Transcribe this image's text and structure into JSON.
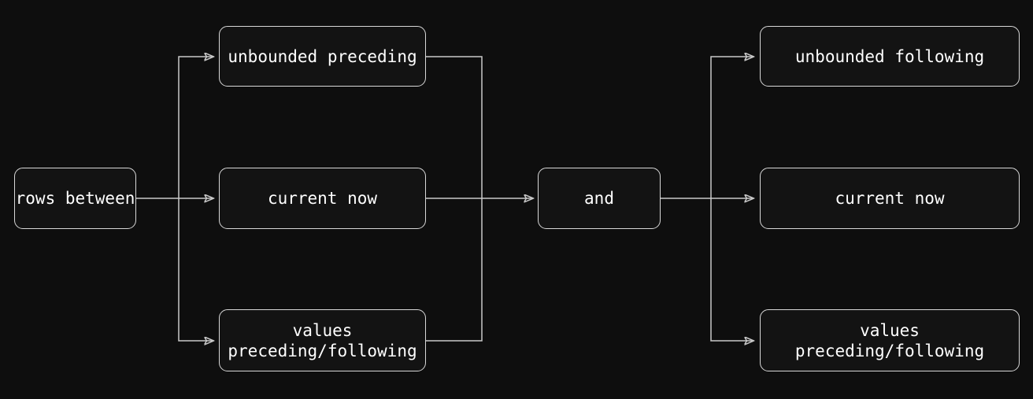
{
  "diagram": {
    "background_color": "#0e0e0e",
    "node_fill_color": "#131313",
    "node_border_color": "#d8d8d8",
    "edge_color": "#c9c9c9",
    "text_color": "#ffffff",
    "nodes": {
      "root": {
        "label": "rows between"
      },
      "mid_top": {
        "label": "unbounded preceding"
      },
      "mid_mid": {
        "label": "current now"
      },
      "mid_bottom": {
        "label": "values\npreceding/following"
      },
      "and": {
        "label": "and"
      },
      "right_top": {
        "label": "unbounded following"
      },
      "right_mid": {
        "label": "current now"
      },
      "right_bottom": {
        "label": "values\npreceding/following"
      }
    },
    "edges": [
      {
        "from": "rows between",
        "to": "unbounded preceding"
      },
      {
        "from": "rows between",
        "to": "current now"
      },
      {
        "from": "rows between",
        "to": "values preceding/following"
      },
      {
        "from": "unbounded preceding",
        "to": "and"
      },
      {
        "from": "current now",
        "to": "and"
      },
      {
        "from": "values preceding/following",
        "to": "and"
      },
      {
        "from": "and",
        "to": "unbounded following"
      },
      {
        "from": "and",
        "to": "current now"
      },
      {
        "from": "and",
        "to": "values preceding/following"
      }
    ]
  }
}
